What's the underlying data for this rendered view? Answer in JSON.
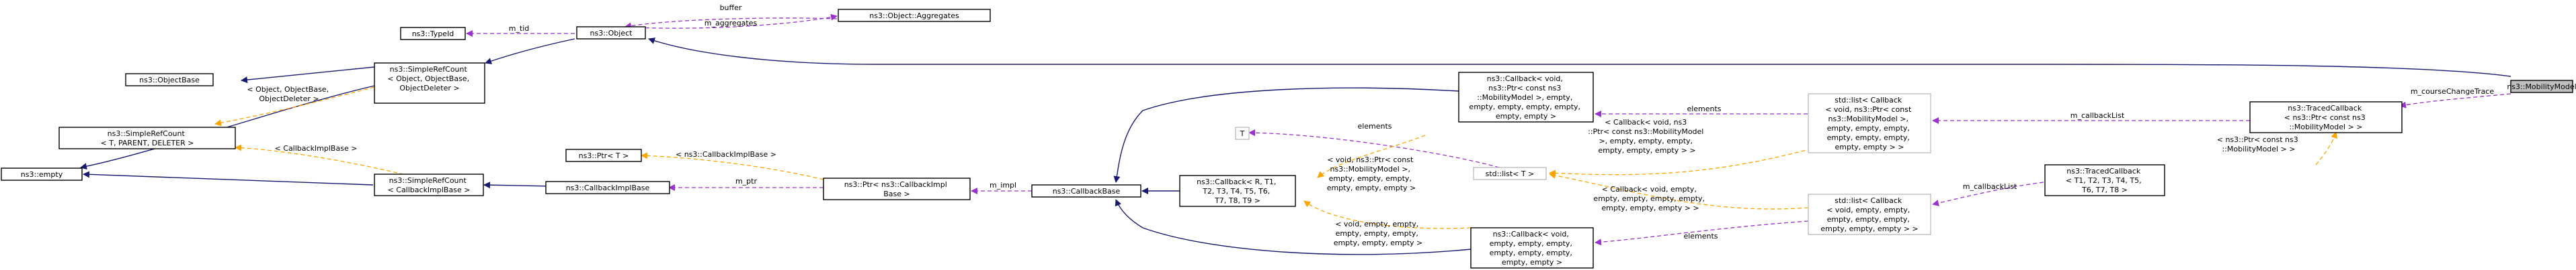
{
  "nodes": {
    "mobility_model": [
      "ns3::MobilityModel"
    ],
    "traced_callback_mm": [
      "ns3::TracedCallback",
      "< ns3::Ptr< const ns3",
      "::MobilityModel > >"
    ],
    "traced_callback_generic": [
      "ns3::TracedCallback",
      "< T1, T2, T3, T4, T5,",
      "T6, T7, T8 >"
    ],
    "list_callback_mm": [
      "std::list< Callback",
      "< void, ns3::Ptr< const",
      "ns3::MobilityModel >,",
      "empty, empty, empty,",
      "empty, empty, empty,",
      "empty, empty > >"
    ],
    "list_callback_void": [
      "std::list< Callback",
      "< void, empty, empty,",
      "empty, empty, empty,",
      "empty, empty, empty > >"
    ],
    "std_list": [
      "std::list< T >"
    ],
    "t": [
      "T"
    ],
    "callback_mm": [
      "ns3::Callback< void,",
      "ns3::Ptr< const ns3",
      "::MobilityModel >, empty,",
      "empty, empty, empty, empty,",
      "empty, empty >"
    ],
    "callback_void": [
      "ns3::Callback< void,",
      "empty, empty, empty,",
      "empty, empty, empty,",
      "empty, empty >"
    ],
    "callback_generic": [
      "ns3::Callback< R, T1,",
      "T2, T3, T4, T5, T6,",
      "T7, T8, T9 >"
    ],
    "callback_base": [
      "ns3::CallbackBase"
    ],
    "ptr_callback_impl_base": [
      "ns3::Ptr< ns3::CallbackImpl",
      "Base >"
    ],
    "ptr_t": [
      "ns3::Ptr< T >"
    ],
    "callback_impl_base": [
      "ns3::CallbackImplBase"
    ],
    "simple_ref_count_cib": [
      "ns3::SimpleRefCount",
      "< CallbackImplBase >"
    ],
    "simple_ref_count_obj": [
      "ns3::SimpleRefCount",
      "< Object, ObjectBase,",
      "ObjectDeleter >"
    ],
    "simple_ref_count_generic": [
      "ns3::SimpleRefCount",
      "< T, PARENT, DELETER >"
    ],
    "object_base": [
      "ns3::ObjectBase"
    ],
    "empty": [
      "ns3::empty"
    ],
    "object": [
      "ns3::Object"
    ],
    "type_id": [
      "ns3::TypeId"
    ],
    "aggregates": [
      "ns3::Object::Aggregates"
    ]
  },
  "edge_labels": {
    "m_courseChangeTrace": [
      "m_courseChangeTrace"
    ],
    "m_callbackList_mm": [
      "m_callbackList"
    ],
    "m_callbackList_void": [
      "m_callbackList"
    ],
    "tpl_traced_mm": [
      "< ns3::Ptr< const ns3",
      "::MobilityModel > >"
    ],
    "elements_mm": [
      "elements"
    ],
    "elements_void": [
      "elements"
    ],
    "elements_t": [
      "elements"
    ],
    "tpl_list_mm": [
      "< Callback< void, ns3",
      "::Ptr< const ns3::MobilityModel",
      ">, empty, empty, empty,",
      "empty, empty, empty > >"
    ],
    "tpl_list_void": [
      "< Callback< void, empty,",
      "empty, empty, empty, empty,",
      "empty, empty, empty > >"
    ],
    "tpl_callback_mm": [
      "< void, ns3::Ptr< const",
      "ns3::MobilityModel >,",
      "empty, empty, empty,",
      "empty, empty, empty >"
    ],
    "tpl_callback_void": [
      "< void, empty, empty,",
      "empty, empty, empty,",
      "empty, empty, empty >"
    ],
    "m_impl": [
      "m_impl"
    ],
    "m_ptr": [
      "m_ptr"
    ],
    "tpl_ptr": [
      "< ns3::CallbackImplBase >"
    ],
    "tpl_src_cib": [
      "< CallbackImplBase >"
    ],
    "tpl_src_obj": [
      "< Object, ObjectBase,",
      "ObjectDeleter >"
    ],
    "m_tid": [
      "m_tid"
    ],
    "m_aggregates": [
      "m_aggregates"
    ],
    "buffer": [
      "buffer"
    ]
  },
  "colors": {
    "inheritance": "#191970",
    "usage": "#9a32cd",
    "template": "#ffa500",
    "focus_fill": "#bfbfbf"
  }
}
